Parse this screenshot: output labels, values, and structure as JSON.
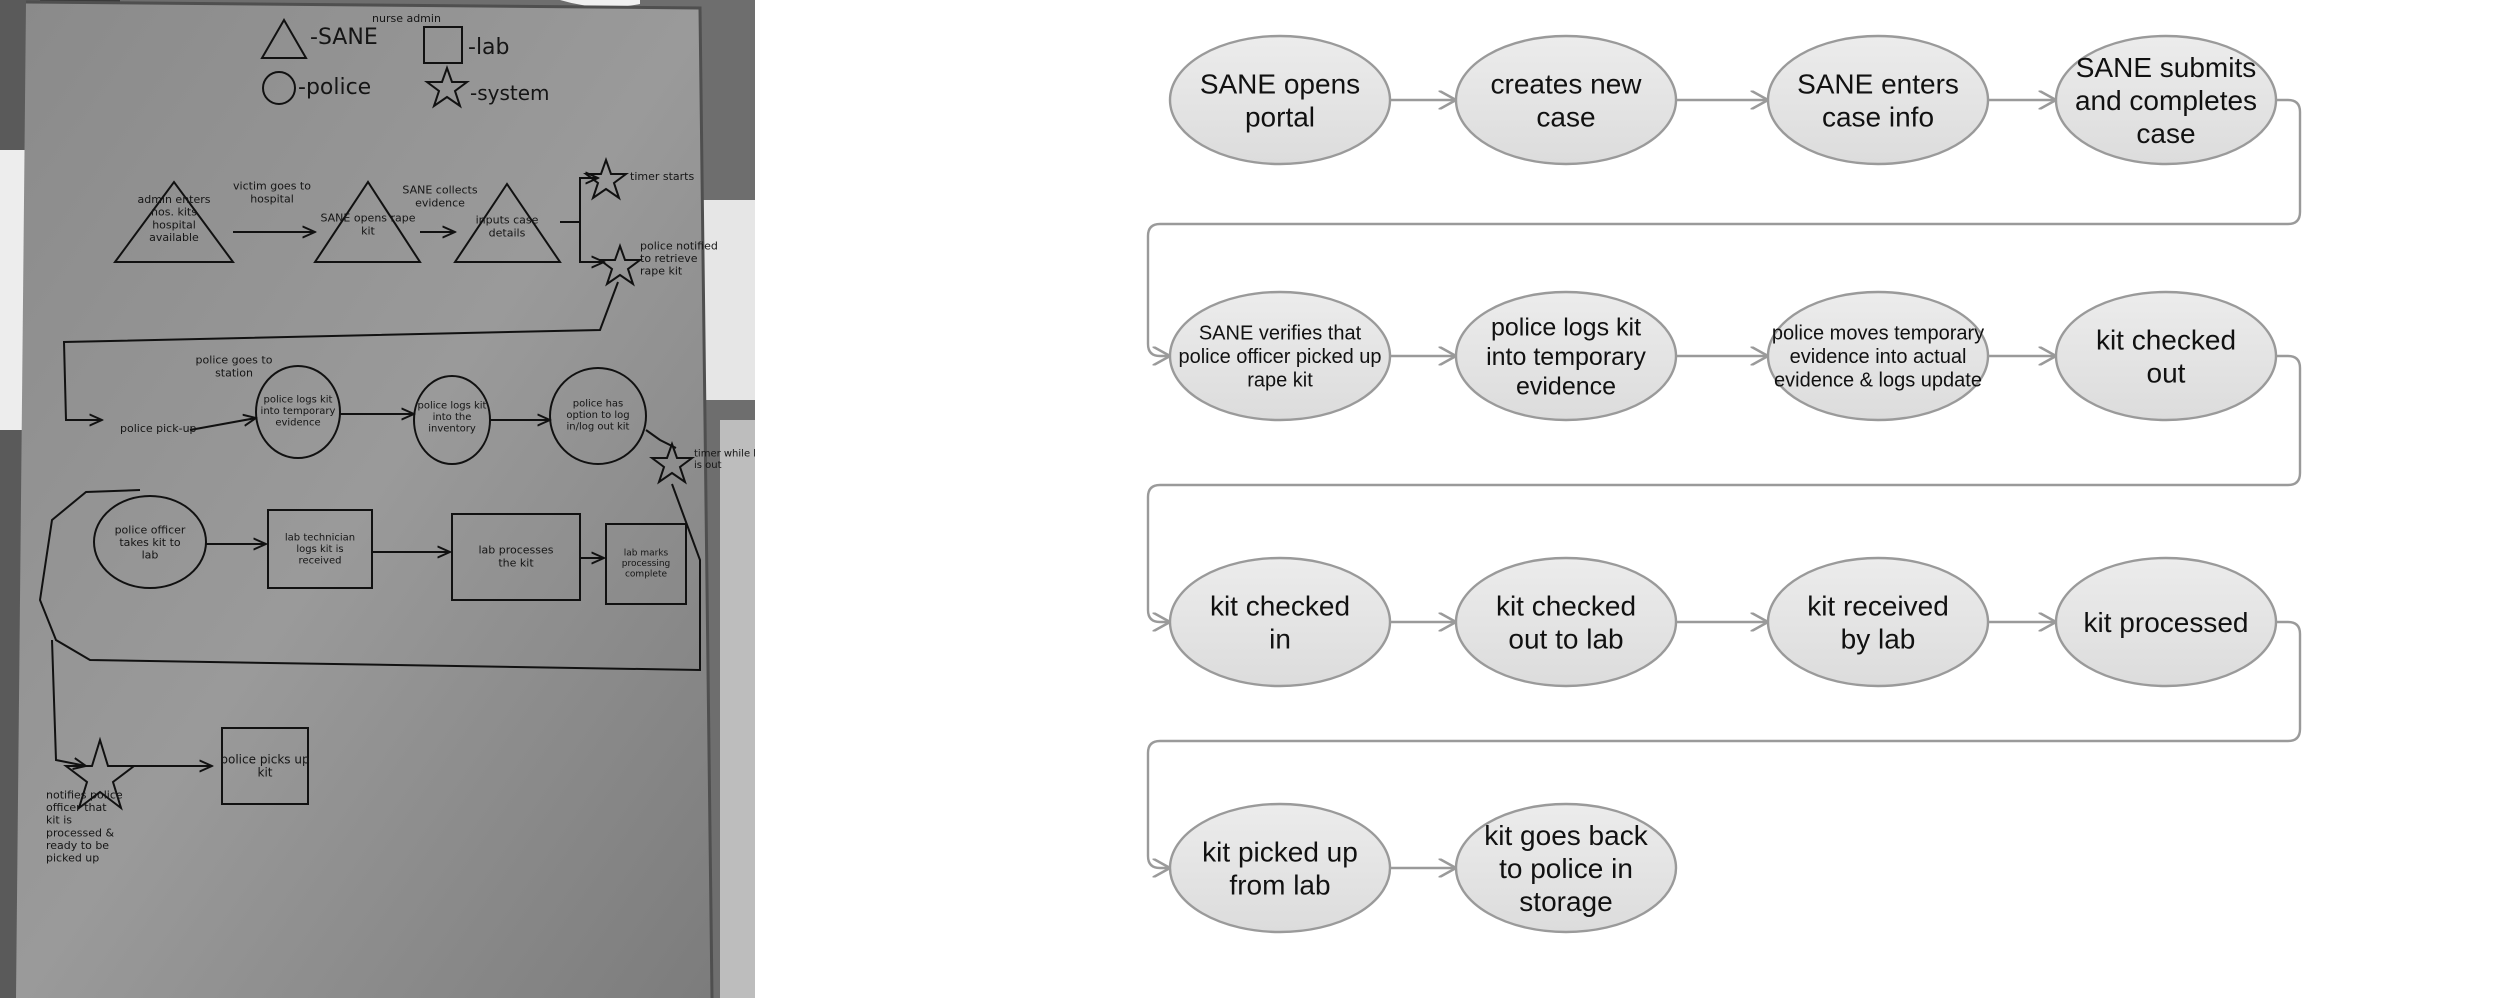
{
  "photo": {
    "legend": {
      "sane": "-SANE",
      "sane_sub": "nurse admin",
      "lab": "-lab",
      "police": "-police",
      "system": "-system"
    },
    "notes": [
      {
        "id": "tri1",
        "text": "admin enters nos. kits hospital available"
      },
      {
        "id": "tri2",
        "text": "SANE opens rape kit"
      },
      {
        "id": "tri3",
        "text": "inputs case details"
      },
      {
        "id": "arrow1",
        "text": "victim goes to hospital"
      },
      {
        "id": "arrow2",
        "text": "SANE collects evidence"
      },
      {
        "id": "star1",
        "text": "timer starts"
      },
      {
        "id": "star2",
        "text": "police notified to retrieve rape kit"
      },
      {
        "id": "pickup",
        "text": "police pick-up"
      },
      {
        "id": "arrow3",
        "text": "police goes to station"
      },
      {
        "id": "c1",
        "text": "police logs kit into temporary evidence"
      },
      {
        "id": "c2",
        "text": "police logs kit into the inventory"
      },
      {
        "id": "c3",
        "text": "police has option to log in/log out kit"
      },
      {
        "id": "star3",
        "text": "timer while kit is out"
      },
      {
        "id": "c4",
        "text": "police officer takes kit to lab"
      },
      {
        "id": "r1",
        "text": "lab technician logs kit is received"
      },
      {
        "id": "r2",
        "text": "lab processes the kit"
      },
      {
        "id": "r3",
        "text": "lab marks processing complete"
      },
      {
        "id": "r4",
        "text": "police picks up kit"
      },
      {
        "id": "star4",
        "text": "notifies police officer that kit is processed & ready to be picked up"
      }
    ]
  },
  "diagram": {
    "rows": [
      [
        "SANE opens portal",
        "creates new case",
        "SANE enters case info",
        "SANE submits and completes case"
      ],
      [
        "SANE verifies that police officer picked up rape kit",
        "police logs kit into temporary evidence",
        "police moves temporary evidence into actual evidence & logs update",
        "kit checked out"
      ],
      [
        "kit checked in",
        "kit checked out to lab",
        "kit received by lab",
        "kit processed"
      ],
      [
        "kit picked up from lab",
        "kit goes back to police in storage"
      ]
    ],
    "node_fill": "#e3e3e3",
    "node_stroke": "#9a9a9a",
    "connector": "#9a9a9a"
  }
}
